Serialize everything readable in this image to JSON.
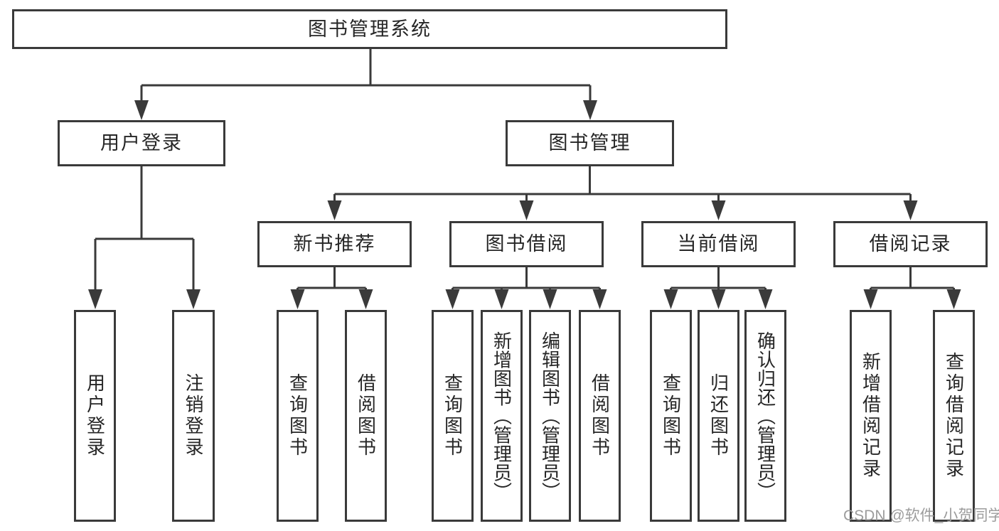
{
  "diagram": {
    "title": "图书管理系统",
    "root": {
      "label": "图书管理系统"
    },
    "level1": [
      {
        "label": "用户登录"
      },
      {
        "label": "图书管理"
      }
    ],
    "level2": [
      {
        "label": "新书推荐"
      },
      {
        "label": "图书借阅"
      },
      {
        "label": "当前借阅"
      },
      {
        "label": "借阅记录"
      }
    ],
    "leaves": {
      "user_login": [
        {
          "label": "用户登录"
        },
        {
          "label": "注销登录"
        }
      ],
      "new_books": [
        {
          "label": "查询图书"
        },
        {
          "label": "借阅图书"
        }
      ],
      "book_borrow": [
        {
          "label": "查询图书"
        },
        {
          "label": "新增图书（管理员）"
        },
        {
          "label": "编辑图书（管理员）"
        },
        {
          "label": "借阅图书"
        }
      ],
      "current_borrow": [
        {
          "label": "查询图书"
        },
        {
          "label": "归还图书"
        },
        {
          "label": "确认归还（管理员）"
        }
      ],
      "borrow_records": [
        {
          "label": "新增借阅记录"
        },
        {
          "label": "查询借阅记录"
        }
      ]
    },
    "colors": {
      "line": "#3a3a3a",
      "text": "#262626",
      "background": "#ffffff"
    }
  },
  "watermark": {
    "text": "CSDN @软件_小贺同学",
    "color": "#9c9c9c"
  }
}
